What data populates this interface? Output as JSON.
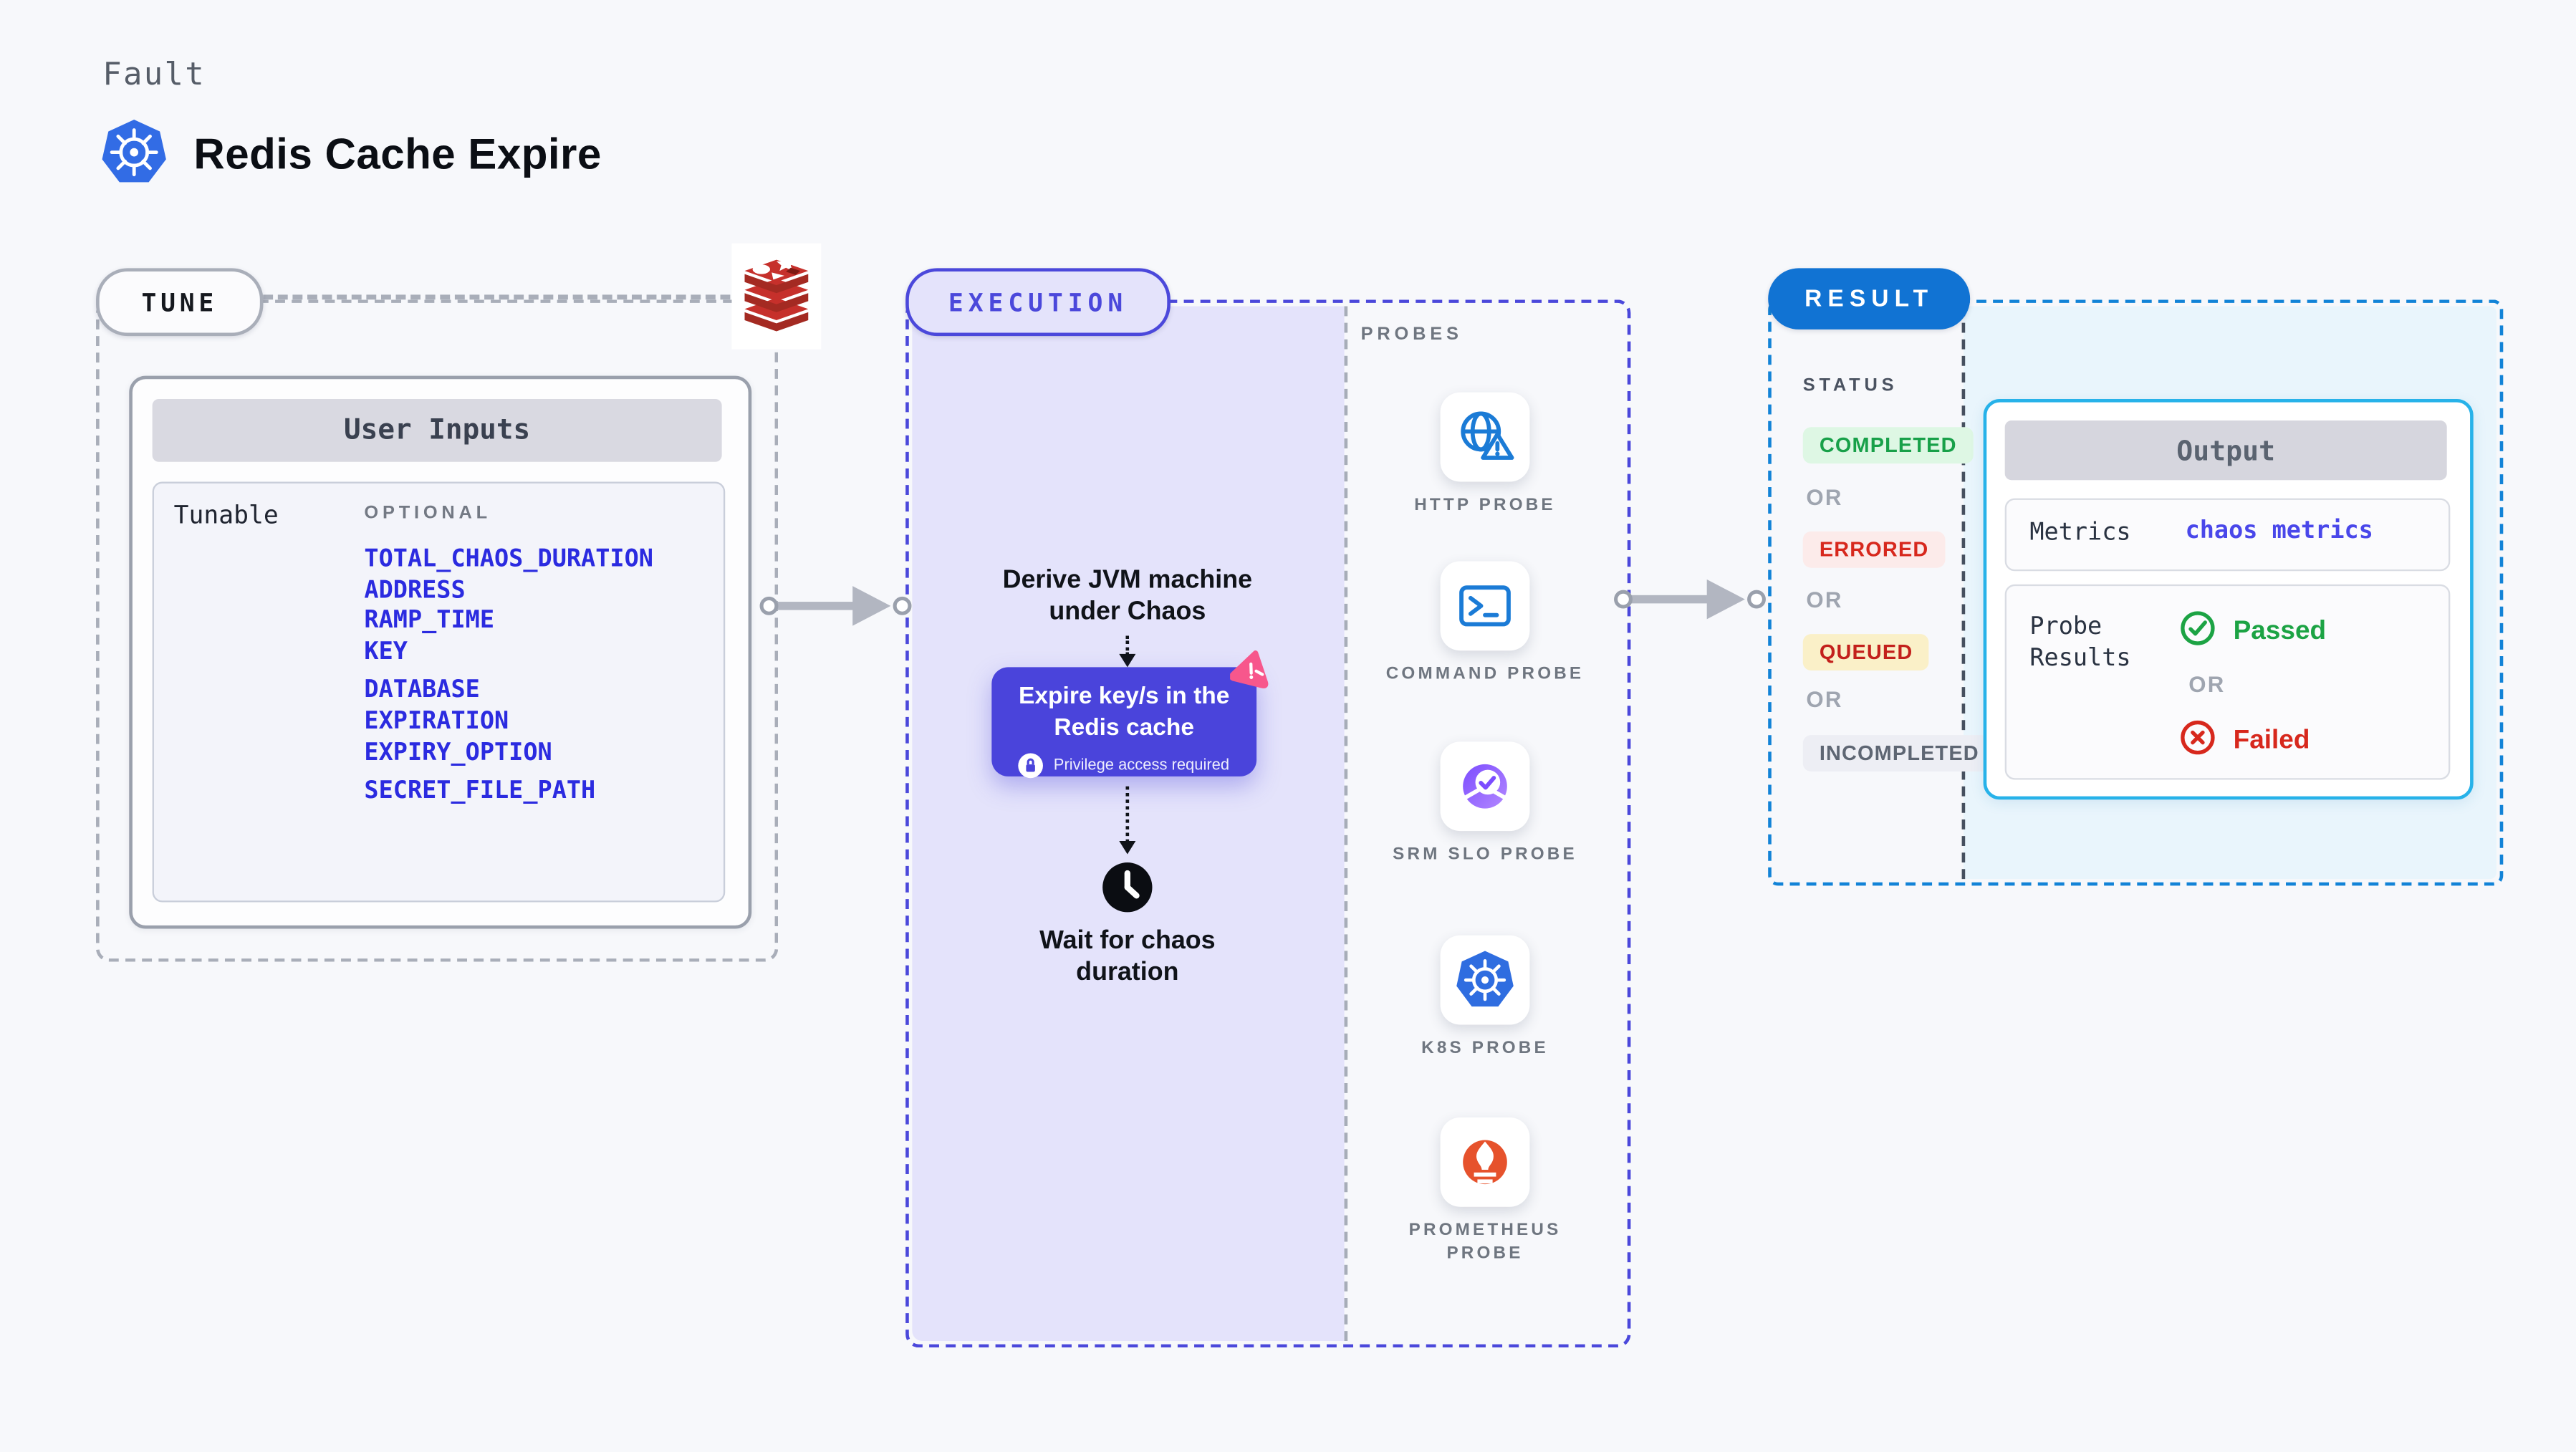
{
  "header": {
    "kicker": "Fault",
    "title": "Redis Cache Expire"
  },
  "icons": {
    "header": "kubernetes-icon",
    "tune_corner": "redis-icon",
    "chaos_corner": "litmus-chaos-icon",
    "privilege": "lock-icon",
    "wait": "clock-icon",
    "passed": "check-circle-icon",
    "failed": "x-circle-icon"
  },
  "tune": {
    "pill": "TUNE",
    "card_header": "User Inputs",
    "row_label": "Tunable",
    "group_label": "OPTIONAL",
    "items": [
      "TOTAL_CHAOS_DURATION",
      "ADDRESS",
      "RAMP_TIME",
      "KEY",
      "DATABASE",
      "EXPIRATION",
      "EXPIRY_OPTION",
      "SECRET_FILE_PATH"
    ]
  },
  "execution": {
    "pill": "EXECUTION",
    "derive_line1": "Derive JVM machine",
    "derive_line2": "under Chaos",
    "action_line1": "Expire key/s in the",
    "action_line2": "Redis cache",
    "privilege": "Privilege access required",
    "wait_line1": "Wait for chaos",
    "wait_line2": "duration"
  },
  "probes": {
    "label": "PROBES",
    "items": [
      {
        "icon": "http-probe-icon",
        "label": "HTTP PROBE"
      },
      {
        "icon": "command-probe-icon",
        "label": "COMMAND PROBE"
      },
      {
        "icon": "srm-slo-probe-icon",
        "label": "SRM SLO PROBE"
      },
      {
        "icon": "k8s-probe-icon",
        "label": "K8S PROBE"
      },
      {
        "icon": "prometheus-probe-icon",
        "label": "PROMETHEUS PROBE"
      }
    ]
  },
  "result": {
    "pill": "RESULT",
    "status_label": "STATUS",
    "or": "OR",
    "statuses": [
      {
        "label": "COMPLETED",
        "fg": "#18A049",
        "bg": "#DEF7E4"
      },
      {
        "label": "ERRORED",
        "fg": "#D7281D",
        "bg": "#FCEBEA"
      },
      {
        "label": "QUEUED",
        "fg": "#C3201C",
        "bg": "#FAF0C8"
      },
      {
        "label": "INCOMPLETED",
        "fg": "#5E6673",
        "bg": "#EDEEF4"
      }
    ],
    "output": {
      "header": "Output",
      "metrics_label": "Metrics",
      "metrics_value": "chaos metrics",
      "probe_results_label": "Probe Results",
      "passed": "Passed",
      "failed": "Failed"
    }
  },
  "colors": {
    "page_bg": "#F7F8FB",
    "execution_accent": "#4B48DB",
    "execution_fill": "#E4E3FB",
    "chaos_box": "#4A44DB",
    "litmus_pink": "#F7578C",
    "result_accent": "#1283D7",
    "result_pill": "#1173D3",
    "result_fill": "#E9F5FC",
    "output_border": "#27B2E9",
    "link_blue": "#2B2BE0",
    "passed_green": "#1CA344",
    "failed_red": "#D7281D",
    "kubernetes_blue": "#326CE5",
    "redis_red": "#C6302B",
    "prometheus_orange": "#E6522C",
    "probe_icon_blue": "#1B7BD6",
    "srm_purple": "#8B5CF6"
  }
}
